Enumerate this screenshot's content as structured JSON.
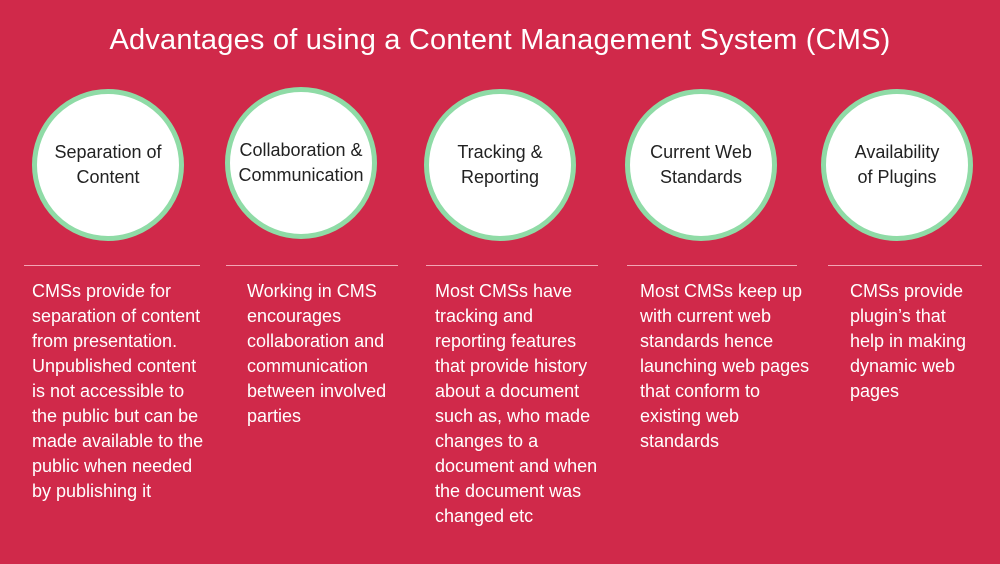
{
  "title": "Advantages of using a Content Management System (CMS)",
  "colors": {
    "background": "#d0294a",
    "circle_fill": "#ffffff",
    "circle_border": "#8fdba6",
    "circle_text": "#222222",
    "text": "#ffffff"
  },
  "items": [
    {
      "heading": "Separation of\nContent",
      "description": "CMSs provide for\nseparation of content\nfrom presentation.\nUnpublished content\nis not accessible to\nthe public but can be\nmade available to the\npublic when needed\nby publishing it"
    },
    {
      "heading": "Collaboration &\nCommunication",
      "description": "Working in CMS\nencourages\ncollaboration and\ncommunication\nbetween involved\nparties"
    },
    {
      "heading": "Tracking &\nReporting",
      "description": "Most CMSs have\ntracking and\nreporting features\nthat provide history\nabout a document\nsuch as, who made\nchanges to a\ndocument and when\nthe document was\nchanged etc"
    },
    {
      "heading": "Current Web\nStandards",
      "description": "Most CMSs keep up\nwith current web\nstandards hence\nlaunching web pages\nthat conform to\nexisting web\nstandards"
    },
    {
      "heading": "Availability\nof Plugins",
      "description": "CMSs provide\nplugin’s that\nhelp in making\ndynamic web\npages"
    }
  ]
}
